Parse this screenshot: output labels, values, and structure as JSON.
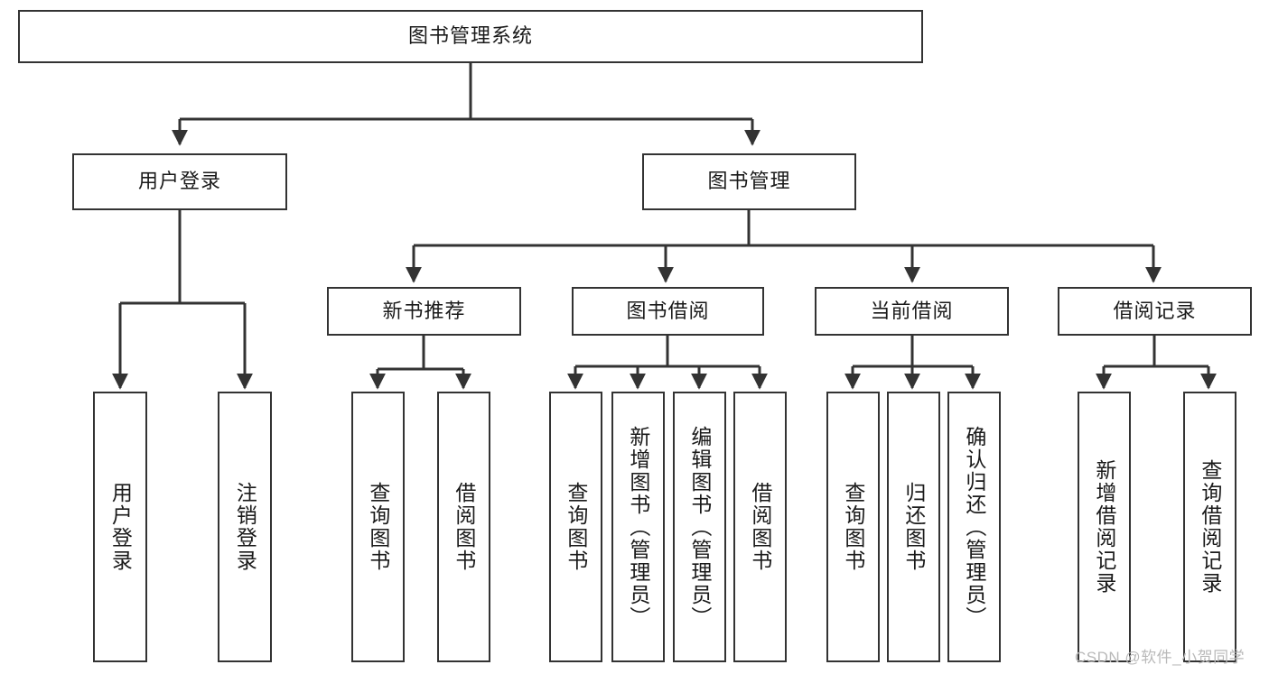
{
  "diagram": {
    "title": "图书管理系统",
    "type": "tree-hierarchy",
    "root": {
      "label": "图书管理系统"
    },
    "level2": [
      {
        "label": "用户登录"
      },
      {
        "label": "图书管理"
      }
    ],
    "level3": [
      {
        "label": "新书推荐"
      },
      {
        "label": "图书借阅"
      },
      {
        "label": "当前借阅"
      },
      {
        "label": "借阅记录"
      }
    ],
    "leaves_user_login": [
      {
        "label": "用户登录"
      },
      {
        "label": "注销登录"
      }
    ],
    "leaves_new_book": [
      {
        "label": "查询图书"
      },
      {
        "label": "借阅图书"
      }
    ],
    "leaves_borrow": [
      {
        "label": "查询图书"
      },
      {
        "label": "新增图书（管理员）"
      },
      {
        "label": "编辑图书（管理员）"
      },
      {
        "label": "借阅图书"
      }
    ],
    "leaves_current": [
      {
        "label": "查询图书"
      },
      {
        "label": "归还图书"
      },
      {
        "label": "确认归还（管理员）"
      }
    ],
    "leaves_records": [
      {
        "label": "新增借阅记录"
      },
      {
        "label": "查询借阅记录"
      }
    ]
  },
  "watermark": {
    "text": "CSDN @软件_小贺同学"
  },
  "colors": {
    "stroke": "#333333",
    "fill": "#ffffff",
    "text": "#1a1a1a",
    "watermark": "#b9b9b9"
  }
}
